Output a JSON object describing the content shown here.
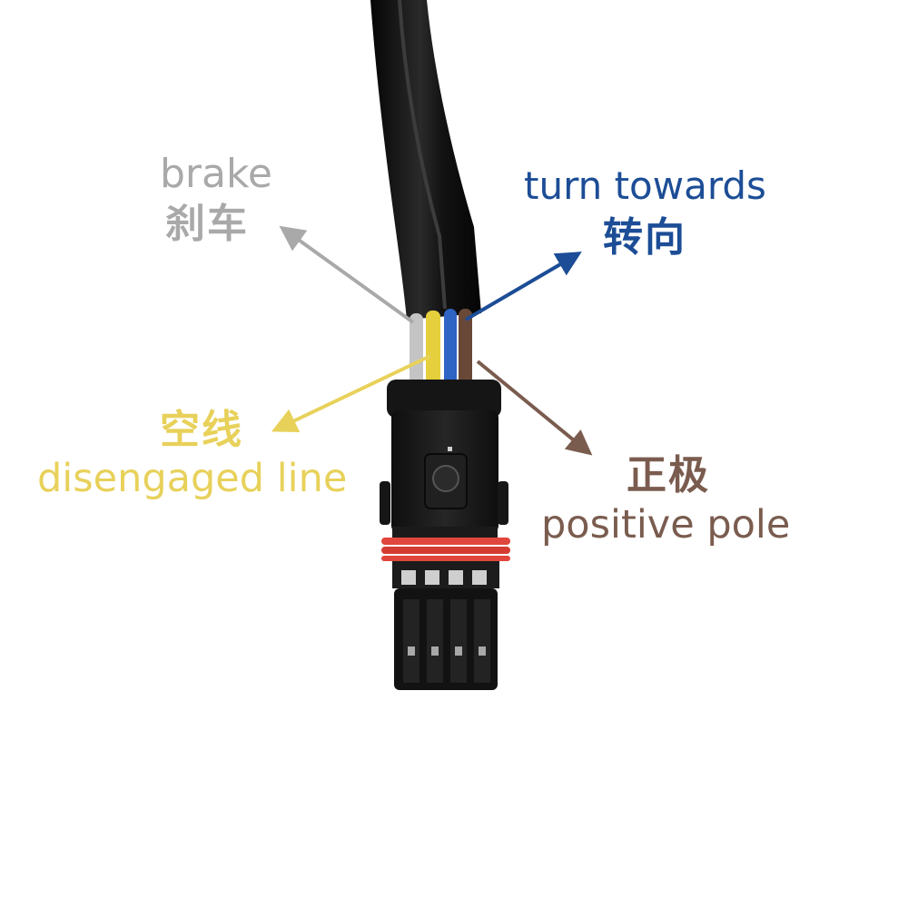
{
  "labels": {
    "brake": {
      "en": "brake",
      "zh": "刹车",
      "color": "#a9a9a9"
    },
    "turn": {
      "en": "turn towards",
      "zh": "转向",
      "color": "#1c4d96"
    },
    "idle": {
      "zh": "空线",
      "en": "disengaged line",
      "color": "#e8d15a"
    },
    "positive": {
      "zh": "正极",
      "en": "positive pole",
      "color": "#7a5c4f"
    }
  },
  "colors": {
    "background": "#ffffff",
    "cable_jacket": "#111111",
    "housing": "#1a1a1a",
    "seal_ring": "#e0463b",
    "wire_gray": "#bfbfbf",
    "wire_yellow": "#e6cf3c",
    "wire_blue": "#2a5bb8",
    "wire_brown": "#6b4a3a",
    "pin_metal": "#c9c9c9"
  }
}
